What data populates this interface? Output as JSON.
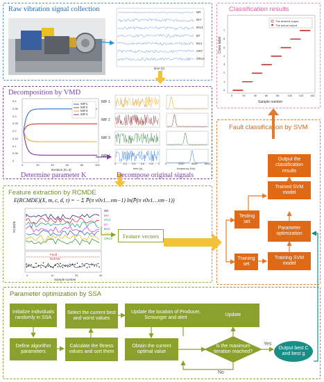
{
  "panels": {
    "raw": "Raw vibration signal collection",
    "classification": "Classification results",
    "vmd": "Decomposition by VMD",
    "fault": "Fault classification by SVM",
    "rcmde": "Feature extraction by RCMDE",
    "ssa": "Parameter optimization by SSA"
  },
  "raw_signals": {
    "labels": [
      "NR",
      "IR7",
      "IR14",
      "B7",
      "B14",
      "OR7",
      "OR14"
    ],
    "xlabel": "time (s)"
  },
  "classification_chart": {
    "legend": [
      "The desired output",
      "The actual output"
    ],
    "xlabel": "Sample number",
    "ylabel": "Class label",
    "xticks": [
      "0",
      "20",
      "40",
      "60",
      "80",
      "100",
      "120",
      "140"
    ],
    "yticks": [
      "0",
      "1",
      "2",
      "3",
      "4",
      "5",
      "6",
      "7"
    ]
  },
  "chart_data": {
    "type": "scatter",
    "x_range": [
      0,
      140
    ],
    "y_range": [
      0,
      7
    ],
    "series": [
      {
        "name": "The desired output",
        "segments": [
          [
            0,
            17,
            0
          ],
          [
            17,
            34,
            1
          ],
          [
            34,
            51,
            2
          ],
          [
            51,
            68,
            3
          ],
          [
            68,
            85,
            4
          ],
          [
            85,
            102,
            5
          ],
          [
            102,
            119,
            6
          ],
          [
            119,
            136,
            7
          ]
        ]
      },
      {
        "name": "The actual output",
        "segments": [
          [
            0,
            17,
            0
          ],
          [
            17,
            34,
            1
          ],
          [
            34,
            51,
            2
          ],
          [
            51,
            68,
            3
          ],
          [
            68,
            85,
            4
          ],
          [
            85,
            102,
            5
          ],
          [
            102,
            119,
            6
          ],
          [
            119,
            136,
            7
          ]
        ]
      }
    ]
  },
  "vmd": {
    "legend": [
      "IMF1",
      "IMF2",
      "IMF3",
      "IMF4"
    ],
    "xlabel": "Iteration (K=4)",
    "xticks": [
      "0",
      "20",
      "40",
      "60",
      "80",
      "100"
    ],
    "yticks": [
      "0.4",
      "0.35",
      "0.3",
      "0.25",
      "0.2",
      "0.15",
      "0.1",
      "0.05",
      "0"
    ],
    "left_caption": "Determine parameter K",
    "right_caption": "Decompose original signals",
    "imf_labels": [
      "IMF 1",
      "IMF 2",
      "IMF 3",
      "IMF 4"
    ],
    "time_label": "time (s)",
    "freq_label": "frequency (Hz)",
    "time_ticks": [
      "0",
      "0.2",
      "0.4",
      "0.6",
      "0.8",
      "1"
    ],
    "freq_ticks": [
      "0",
      "2000",
      "4000",
      "6000"
    ]
  },
  "rcmde": {
    "formula": "E(RCMDE)(X, m, c, d, τ) = − Σ P̄(π v0v1…vm−1) ln(P̄(π v0v1…vm−1))",
    "ylabel": "RCMDE",
    "xlabel": "Sample number",
    "legend": [
      "NR",
      "IR7",
      "IR14",
      "B7",
      "B14",
      "OR7",
      "OR14"
    ],
    "fault_label": "Fault",
    "normal_label": "Normal",
    "xticks": [
      "0",
      "10",
      "20",
      "30"
    ]
  },
  "labels": {
    "feature_vectors": "Feature vectors",
    "testing_set": "Testing set",
    "training_set": "Training set",
    "trained_svm": "Trained SVM model",
    "param_opt": "Parameter optimization",
    "training_svm": "Training SVM model",
    "output_results": "Output the classification results"
  },
  "ssa_steps": {
    "init": "Initialize individuals randomly in SSA",
    "define": "Define algorithm parameters",
    "select": "Select the current best and worst values",
    "fitness": "Calculate the fitness values and sort them",
    "update_loc": "Update the location of Producer, Scrounger and alert",
    "obtain": "Obtain the current optimal value",
    "update": "Update",
    "decision": "Is the maximum iteration reached?",
    "output": "Output best C and best g",
    "yes": "Yes",
    "no": "No"
  },
  "colors": {
    "raw": "#4a8fd4",
    "classification": "#e88ab6",
    "vmd": "#7b3fa8",
    "fault": "#e07a2c",
    "rcmde": "#8aae3c",
    "ssa": "#8a9a2c",
    "orange_box": "#de6a18",
    "green_box": "#8ca12d",
    "teal": "#1a8e86",
    "arrow_yellow": "#f4c23a"
  }
}
